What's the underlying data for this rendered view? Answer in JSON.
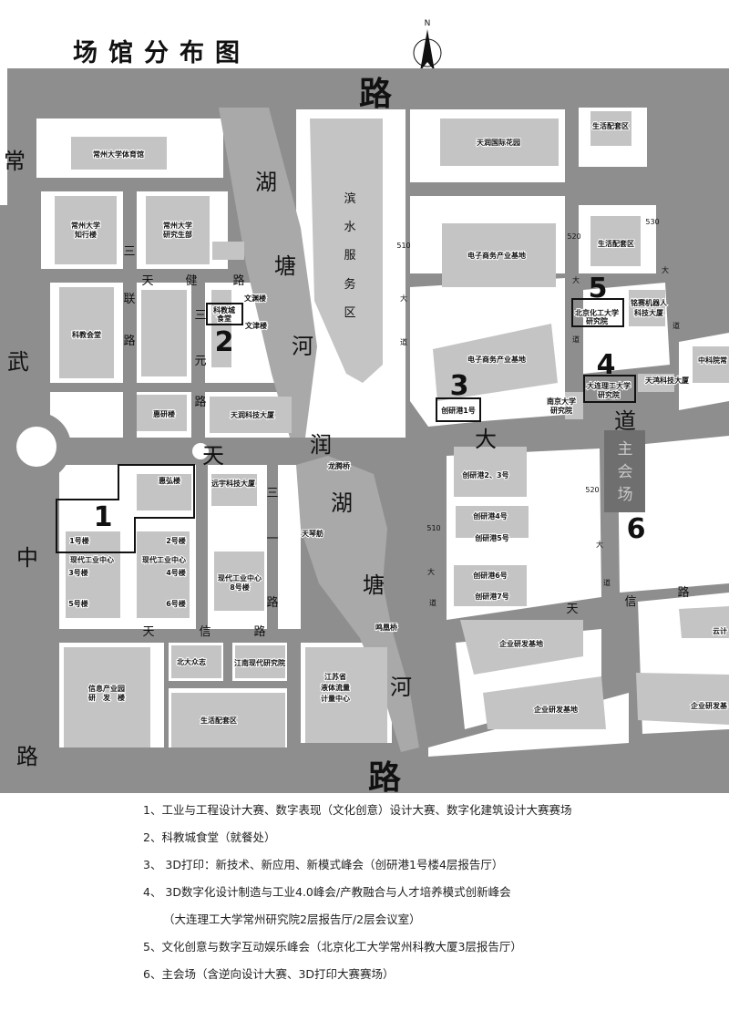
{
  "title": "场馆分布图",
  "north_label": "N",
  "colors": {
    "road": "#8e8e8e",
    "building": "#c4c4c4",
    "river": "#a9a9a9",
    "main_venue": "#6f6f6f"
  },
  "roads": {
    "top_road": "路",
    "bottom_road": "路",
    "changwu_zhonglu": [
      "常",
      "武",
      "中",
      "路"
    ],
    "tianrun_dadao": [
      "天",
      "润",
      "大",
      "道"
    ],
    "tianjian_lu": [
      "天",
      "健",
      "路"
    ],
    "sanlian_lu": [
      "三",
      "联",
      "路"
    ],
    "sanyuan_lu": [
      "三",
      "元",
      "路"
    ],
    "sanyi_lu": [
      "三",
      "一",
      "路"
    ],
    "tianxin_lu_west": [
      "天",
      "信",
      "路"
    ],
    "tianxin_lu_east": [
      "天",
      "信",
      "路"
    ],
    "road_510": [
      "510",
      "大",
      "道"
    ],
    "road_520": [
      "520",
      "大",
      "道"
    ],
    "road_530": [
      "530",
      "大",
      "道"
    ]
  },
  "waters": {
    "river_north": [
      "湖",
      "塘",
      "河"
    ],
    "river_south": [
      "湖",
      "塘",
      "河"
    ],
    "waterfront": [
      "滨",
      "水",
      "服",
      "务",
      "区"
    ]
  },
  "bridges": {
    "longteng": "龙腾桥",
    "mingfeng": "鸣凰桥",
    "tianqin": "天琴舫"
  },
  "buildings": {
    "gym": "常州大学体育馆",
    "zhixing_1": "常州大学",
    "zhixing_2": "知行楼",
    "grad_1": "常州大学",
    "grad_2": "研究生部",
    "kejiao_hall": "科教会堂",
    "canteen_1": "科教城",
    "canteen_2": "食堂",
    "wenrun": "文渊楼",
    "wenjin": "文津楼",
    "huiyan": "惠研楼",
    "tianrun_tech": "天润科技大厦",
    "huihong": "惠弘楼",
    "yuanyu": "远宇科技大厦",
    "b1": "1号楼",
    "b2": "2号楼",
    "b3": "3号楼",
    "b4": "4号楼",
    "b5": "5号楼",
    "b6": "6号楼",
    "modern_a": "现代工业中心",
    "modern_b": "现代工业中心",
    "modern_8_1": "现代工业中心",
    "modern_8_2": "8号楼",
    "xinxi_1": "信息产业园",
    "xinxi_2": "研　发　楼",
    "beida": "北大众志",
    "jiangnan": "江南现代研究院",
    "shenghuo_sw": "生活配套区",
    "jiangsu_1": "江苏省",
    "jiangsu_2": "液体流量",
    "jiangsu_3": "计量中心",
    "tianrun_garden": "天润国际花园",
    "shenghuo_n1": "生活配套区",
    "shenghuo_n2": "生活配套区",
    "ecommerce_1": "电子商务产业基地",
    "ecommerce_2": "电子商务产业基地",
    "cyg1": "创研港1号",
    "cyg23": "创研港2、3号",
    "cyg4": "创研港4号",
    "cyg5": "创研港5号",
    "cyg6": "创研港6号",
    "cyg7": "创研港7号",
    "beihua_1": "北京化工大学",
    "beihua_2": "研究院",
    "mingsai_1": "铭赛机器人",
    "mingsai_2": "科技大厦",
    "nanda_1": "南京大学",
    "nanda_2": "研究院",
    "dagong_1": "大连理工大学",
    "dagong_2": "研究院",
    "tianhong": "天鸿科技大厦",
    "zhongke": "中科院常",
    "qiye_1": "企业研发基地",
    "qiye_2": "企业研发基地",
    "qiye_3": "企业研发基",
    "yun": "云计",
    "main_venue": [
      "主",
      "会",
      "场"
    ]
  },
  "markers": [
    "1",
    "2",
    "3",
    "4",
    "5",
    "6"
  ],
  "legend": [
    "1、工业与工程设计大赛、数字表现（文化创意）设计大赛、数字化建筑设计大赛赛场",
    "2、科教城食堂（就餐处）",
    "3、 3D打印：新技术、新应用、新模式峰会（创研港1号楼4层报告厅）",
    "4、 3D数字化设计制造与工业4.0峰会/产教融合与人才培养模式创新峰会",
    "（大连理工大学常州研究院2层报告厅/2层会议室）",
    "5、文化创意与数字互动娱乐峰会（北京化工大学常州科教大厦3层报告厅）",
    "6、主会场（含逆向设计大赛、3D打印大赛赛场）"
  ]
}
